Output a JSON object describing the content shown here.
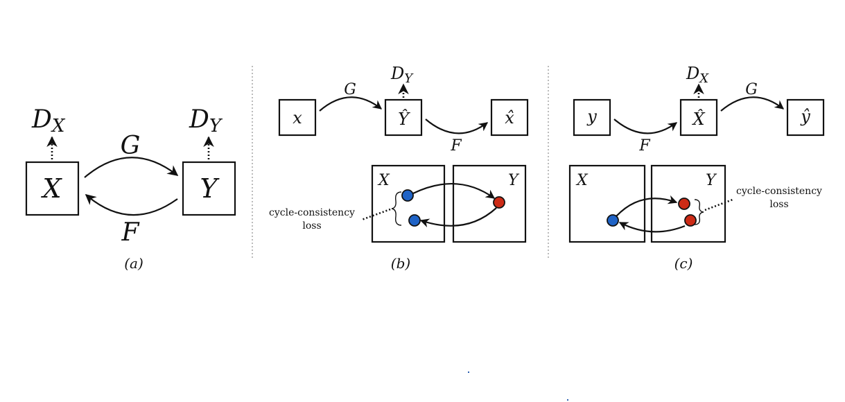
{
  "panel_a": {
    "caption": "(a)",
    "box_left": "X",
    "box_right": "Y",
    "disc_left": {
      "base": "D",
      "sub": "X"
    },
    "disc_right": {
      "base": "D",
      "sub": "Y"
    },
    "label_top": "G",
    "label_bottom": "F"
  },
  "panel_b": {
    "caption": "(b)",
    "box1": "x",
    "box2": "Ŷ",
    "box3": "x̂",
    "disc": {
      "base": "D",
      "sub": "Y"
    },
    "label_g": "G",
    "label_f": "F",
    "domain_left": "X",
    "domain_right": "Y",
    "loss_line1": "cycle-consistency",
    "loss_line2": "loss"
  },
  "panel_c": {
    "caption": "(c)",
    "box1": "y",
    "box2": "X̂",
    "box3": "ŷ",
    "disc": {
      "base": "D",
      "sub": "X"
    },
    "label_f": "F",
    "label_g": "G",
    "domain_left": "X",
    "domain_right": "Y",
    "loss_line1": "cycle-consistency",
    "loss_line2": "loss"
  },
  "colors": {
    "blue_point": "#1f63c6",
    "red_point": "#cc2b16"
  }
}
